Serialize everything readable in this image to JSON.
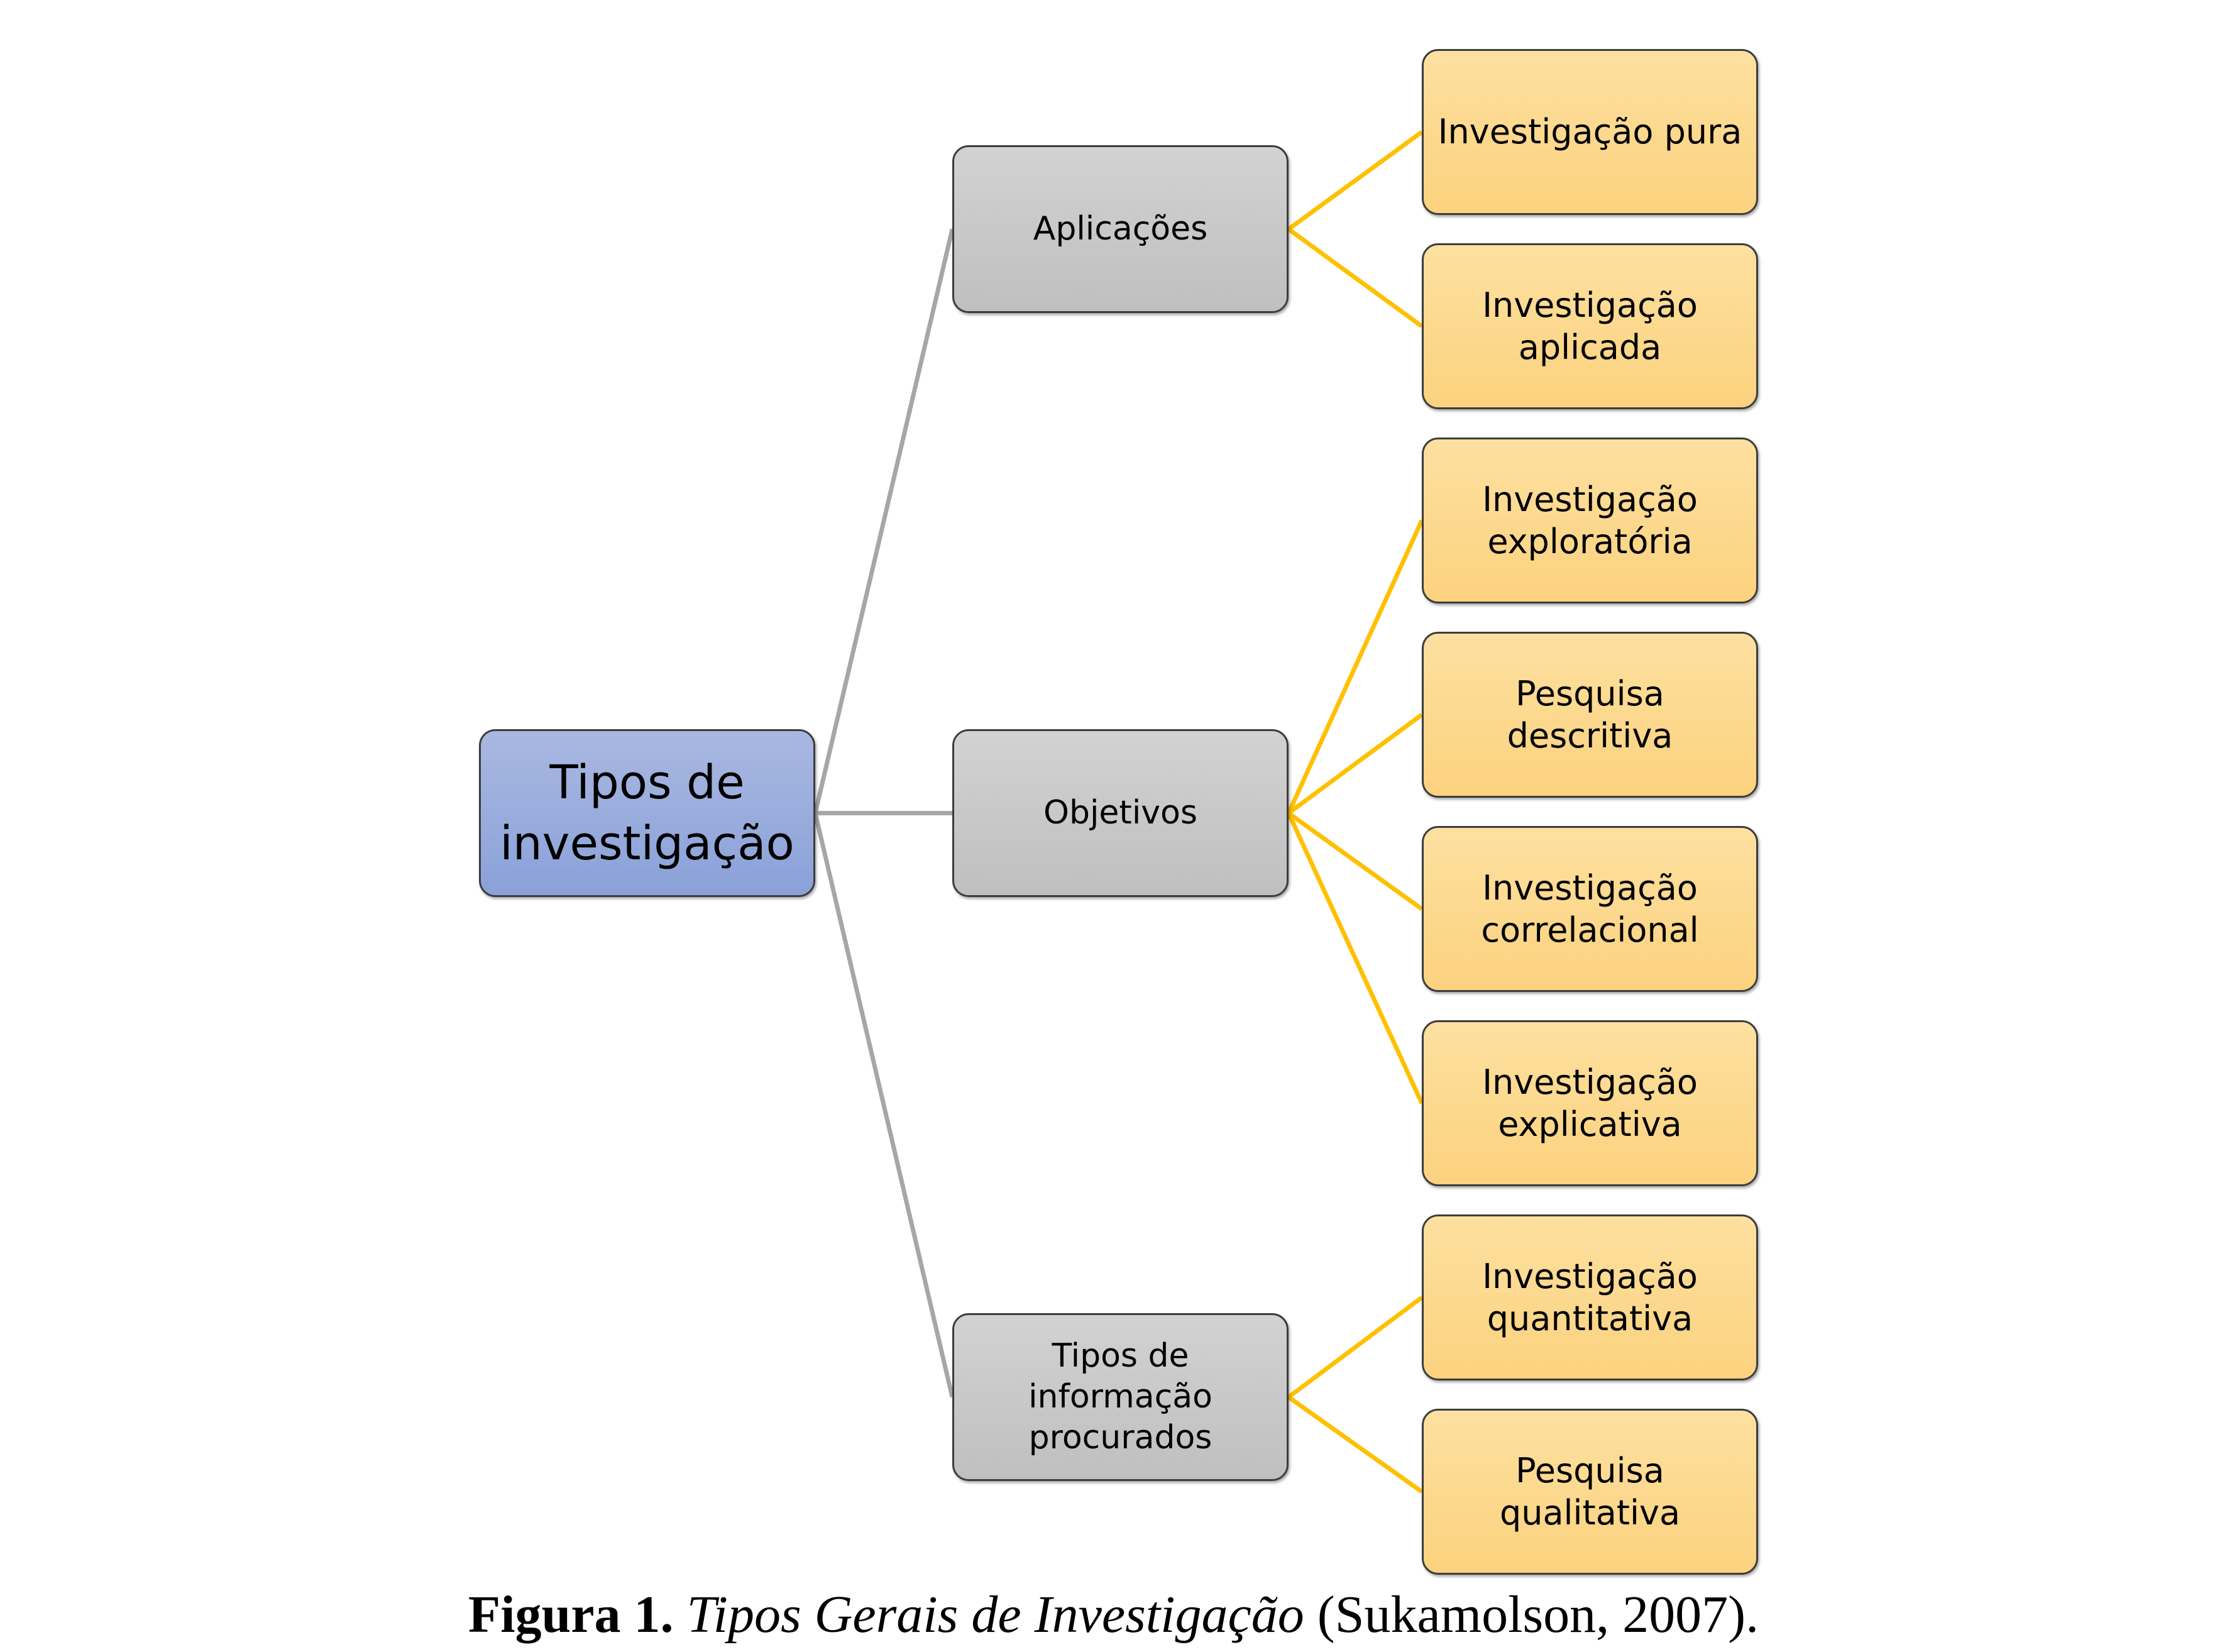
{
  "diagram": {
    "root": {
      "label": "Tipos de investigação",
      "color": "#97aadd"
    },
    "branches": [
      {
        "label": "Aplicações",
        "children": [
          "Investigação pura",
          "Investigação aplicada"
        ]
      },
      {
        "label": "Objetivos",
        "children": [
          "Investigação exploratória",
          "Pesquisa descritiva",
          "Investigação correlacional",
          "Investigação explicativa"
        ]
      },
      {
        "label": "Tipos de informação procurados",
        "children": [
          "Investigação quantitativa",
          "Pesquisa qualitativa"
        ]
      }
    ],
    "colors": {
      "root_fill": "#97aadd",
      "branch_fill": "#c8c8c8",
      "leaf_fill": "#fdd88f",
      "root_connector": "#a6a6a6",
      "leaf_connector": "#ffc000"
    }
  },
  "caption": {
    "label": "Figura 1.",
    "title": "Tipos Gerais de Investigação",
    "source": "(Sukamolson, 2007)."
  }
}
